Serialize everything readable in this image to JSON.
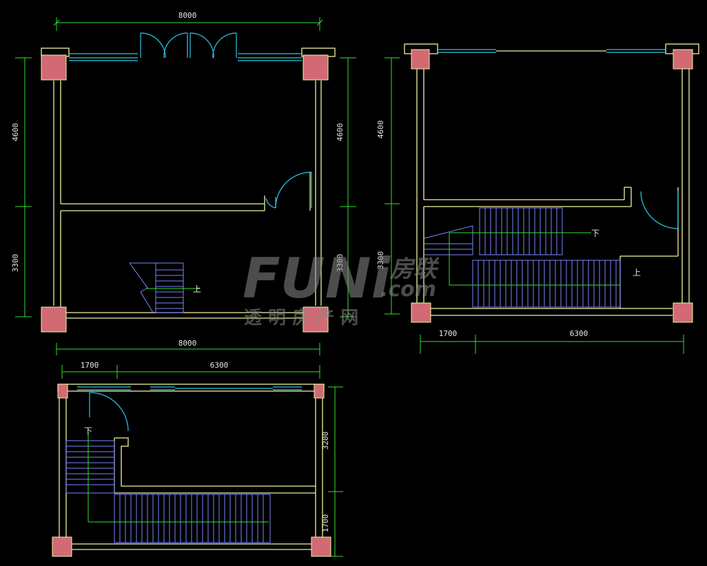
{
  "plan1": {
    "top_dim": "8000",
    "bottom_dim": "8000",
    "left_dim_upper": "4600",
    "left_dim_lower": "3300",
    "right_dim_upper": "4600",
    "right_dim_lower": "3300",
    "stair_label": "上"
  },
  "plan2": {
    "left_dim_upper": "4600",
    "left_dim_lower": "3300",
    "bottom_dim_left": "1700",
    "bottom_dim_right": "6300",
    "stair_label_down": "下",
    "stair_label_up": "上"
  },
  "plan3": {
    "top_dim_left": "1700",
    "top_dim_right": "6300",
    "right_dim_upper": "3200",
    "right_dim_lower": "1700",
    "stair_label": "下"
  },
  "watermark": {
    "brand": "FUNi",
    "cn": "房联",
    "dotcom": ".com",
    "tagline": "透 明 房 产 网"
  },
  "colors": {
    "wall": "#f2f2a0",
    "dimension": "#2ee52e",
    "door_window": "#2ec9e8",
    "stair": "#7a86ff",
    "column": "#d26a73"
  }
}
